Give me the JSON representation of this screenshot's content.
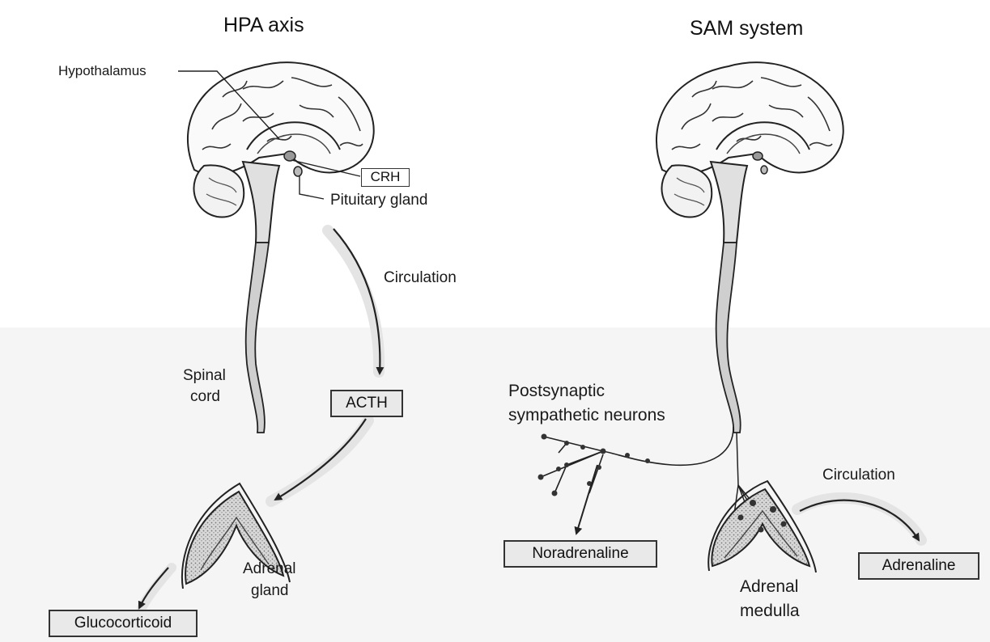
{
  "hpa": {
    "title": "HPA axis",
    "hypothalamus": "Hypothalamus",
    "crh": "CRH",
    "pituitary": "Pituitary gland",
    "circulation": "Circulation",
    "spinal_line1": "Spinal",
    "spinal_line2": "cord",
    "acth": "ACTH",
    "adrenal_line1": "Adrenal",
    "adrenal_line2": "gland",
    "glucocorticoid": "Glucocorticoid"
  },
  "sam": {
    "title": "SAM system",
    "neurons_line1": "Postsynaptic",
    "neurons_line2": "sympathetic neurons",
    "noradrenaline": "Noradrenaline",
    "circulation": "Circulation",
    "adrenaline": "Adrenaline",
    "medulla_line1": "Adrenal",
    "medulla_line2": "medulla"
  },
  "colors": {
    "stroke": "#222222",
    "brain_fill": "#fafafa",
    "cord_fill": "#cfcfcf",
    "highlight_band": "#e4e4e4",
    "box_fill": "#e9e9e9"
  },
  "icons": [
    "brain-icon",
    "spinal-cord-icon",
    "adrenal-gland-icon",
    "neuron-icon",
    "arrow-icon"
  ]
}
